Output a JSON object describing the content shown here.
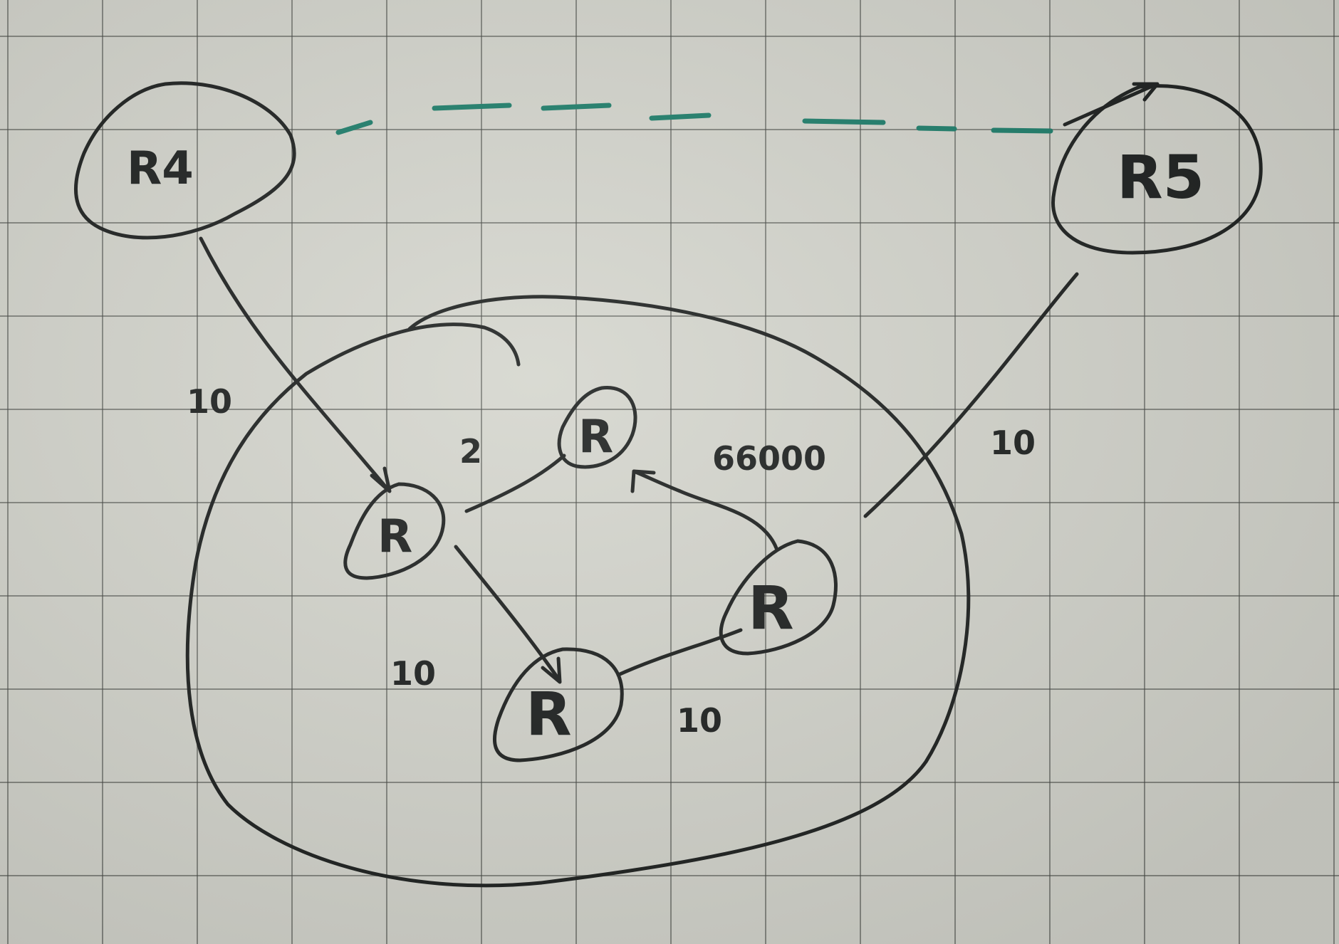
{
  "diagram": {
    "nodes": {
      "r4": "R4",
      "r5": "R5",
      "r_left": "R",
      "r_top": "R",
      "r_bottom": "R",
      "r_right": "R"
    },
    "edges": {
      "r4_to_left": "10",
      "left_to_top": "2",
      "left_to_bottom": "10",
      "bottom_to_right": "10",
      "right_to_top": "66000",
      "right_to_r5": "10"
    }
  },
  "colors": {
    "ink": "#1f2221",
    "green_dashed": "#1f7f6c",
    "paper": "#d5d6ce"
  }
}
